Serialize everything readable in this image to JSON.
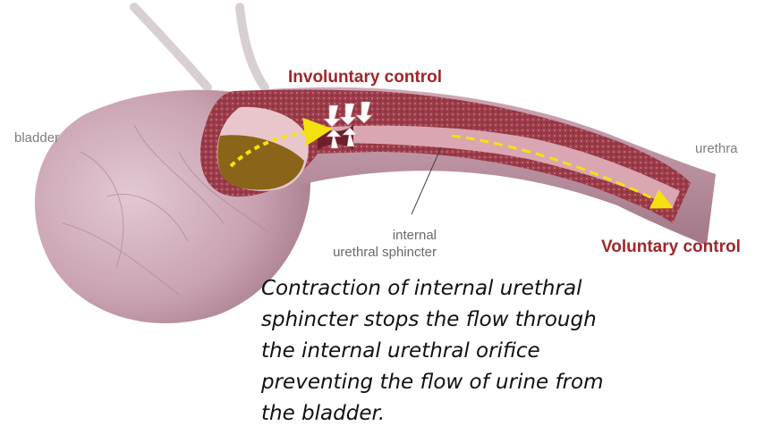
{
  "labels": {
    "bladder": "bladder",
    "urethra": "urethra",
    "internal_sphincter_line1": "internal",
    "internal_sphincter_line2": "urethral sphincter",
    "involuntary": "Involuntary control",
    "voluntary": "Voluntary control"
  },
  "caption": {
    "lines": [
      "Contraction of internal urethral",
      "sphincter stops the flow through",
      "the internal urethral orifice",
      "preventing the flow of urine from",
      "the bladder."
    ]
  },
  "colors": {
    "bladder_fill": "#c8a3b1",
    "tissue": "#9b3c4a",
    "lumen": "#d9a6b1",
    "urine": "#8a6418",
    "flow_arrow": "#f4e20f",
    "control_text": "#a1262a"
  }
}
